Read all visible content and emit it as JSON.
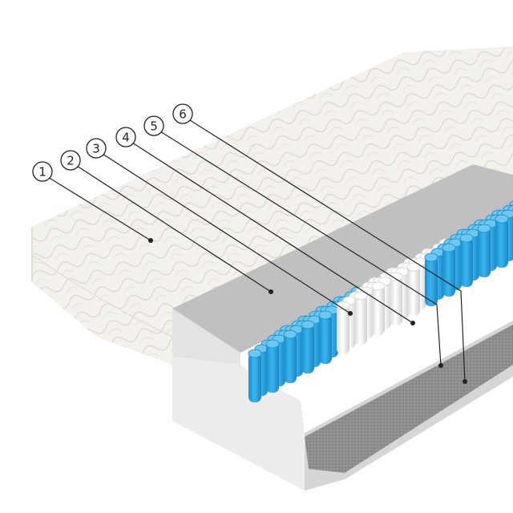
{
  "markers": [
    {
      "label": "1"
    },
    {
      "label": "2"
    },
    {
      "label": "3"
    },
    {
      "label": "4"
    },
    {
      "label": "5"
    },
    {
      "label": "6"
    }
  ],
  "colors": {
    "quilt": "#f3f1ec",
    "quilt_shadow": "#dedbd3",
    "foam_top": "#bdbdbd",
    "foam_side": "#e6e6e6",
    "spring_blue": "#2aa7e0",
    "spring_white": "#f7f7f7",
    "felt": "#8c8c8c",
    "line": "#222222"
  }
}
